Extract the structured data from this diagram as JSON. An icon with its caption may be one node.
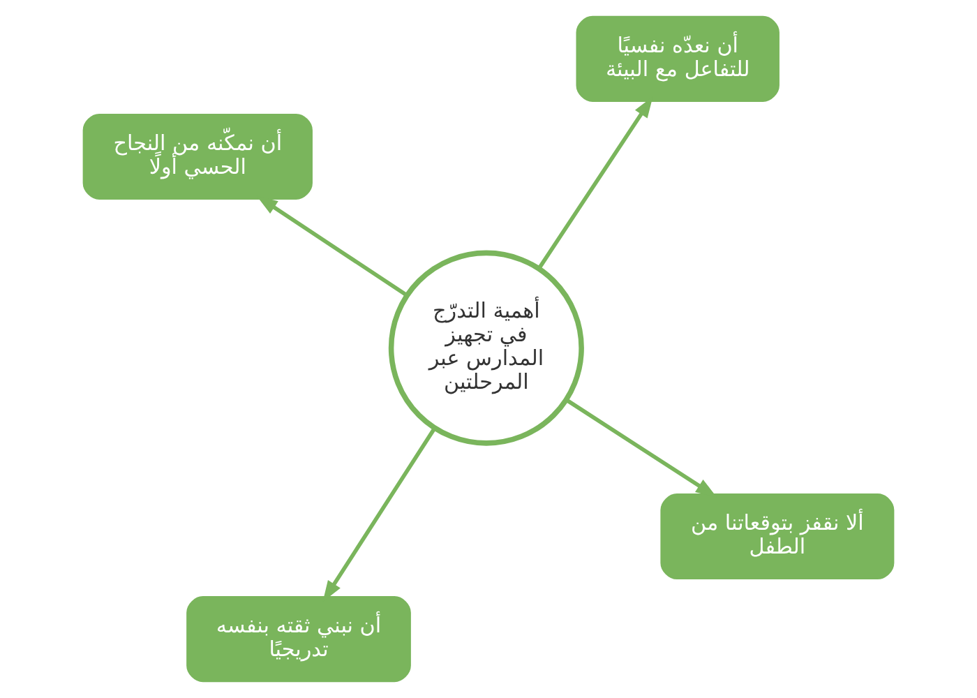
{
  "diagram": {
    "nodes": [
      {
        "text": [
          "أهمية التدرّج في تجهيز المدارس عبر المرحلتين"
        ]
      },
      {
        "text": [
          "ألا نقفز بتوقعاتنا من الطفل"
        ]
      },
      {
        "text": [
          "أن نبني ثقته بنفسه تدريجيًا"
        ]
      },
      {
        "text": [
          "أن نمكّنه من النجاح الحسي أولًا"
        ]
      },
      {
        "text": [
          "أن نعدّه نفسيًا للتفاعل مع البيئة"
        ]
      }
    ],
    "edges": [
      {
        "from": 0,
        "to": 1,
        "arrow": "to"
      },
      {
        "from": 0,
        "to": 2,
        "arrow": "to"
      },
      {
        "from": 0,
        "to": 3,
        "arrow": "to"
      },
      {
        "from": 0,
        "to": 4,
        "arrow": "to"
      }
    ]
  }
}
